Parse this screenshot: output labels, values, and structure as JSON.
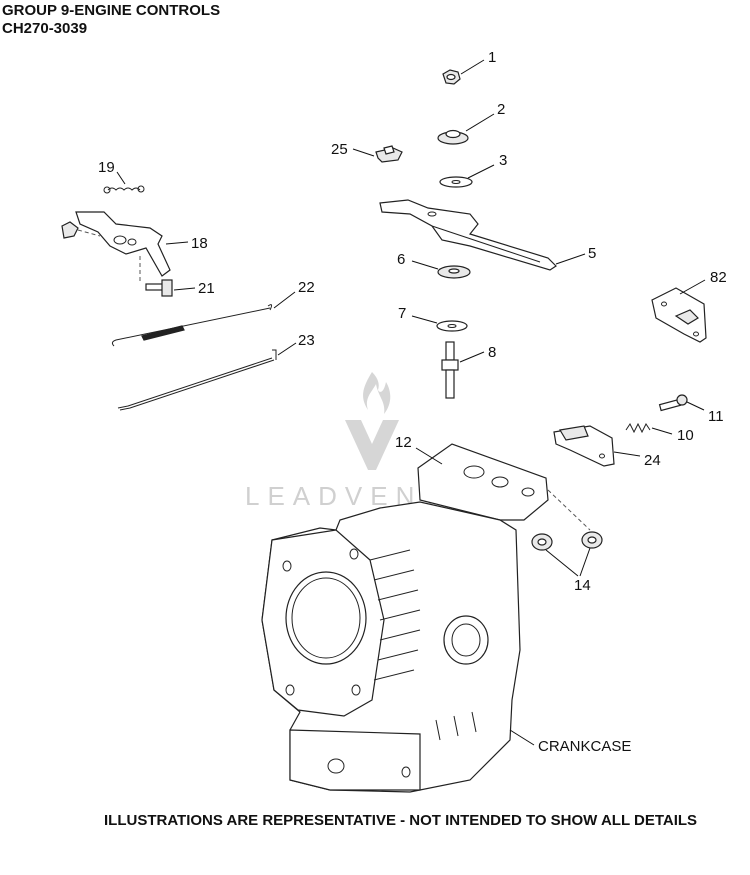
{
  "header": {
    "title": "GROUP 9-ENGINE CONTROLS",
    "subtitle": "CH270-3039"
  },
  "footer": {
    "note": "ILLUSTRATIONS ARE REPRESENTATIVE - NOT INTENDED TO SHOW ALL DETAILS"
  },
  "watermark": {
    "text": "LEADVENTURE"
  },
  "callouts": {
    "c1": "1",
    "c2": "2",
    "c3": "3",
    "c5": "5",
    "c6": "6",
    "c7": "7",
    "c8": "8",
    "c10": "10",
    "c11": "11",
    "c12": "12",
    "c14": "14",
    "c18": "18",
    "c19": "19",
    "c21": "21",
    "c22": "22",
    "c23": "23",
    "c24": "24",
    "c25": "25",
    "c82": "82",
    "crankcase": "CRANKCASE"
  }
}
